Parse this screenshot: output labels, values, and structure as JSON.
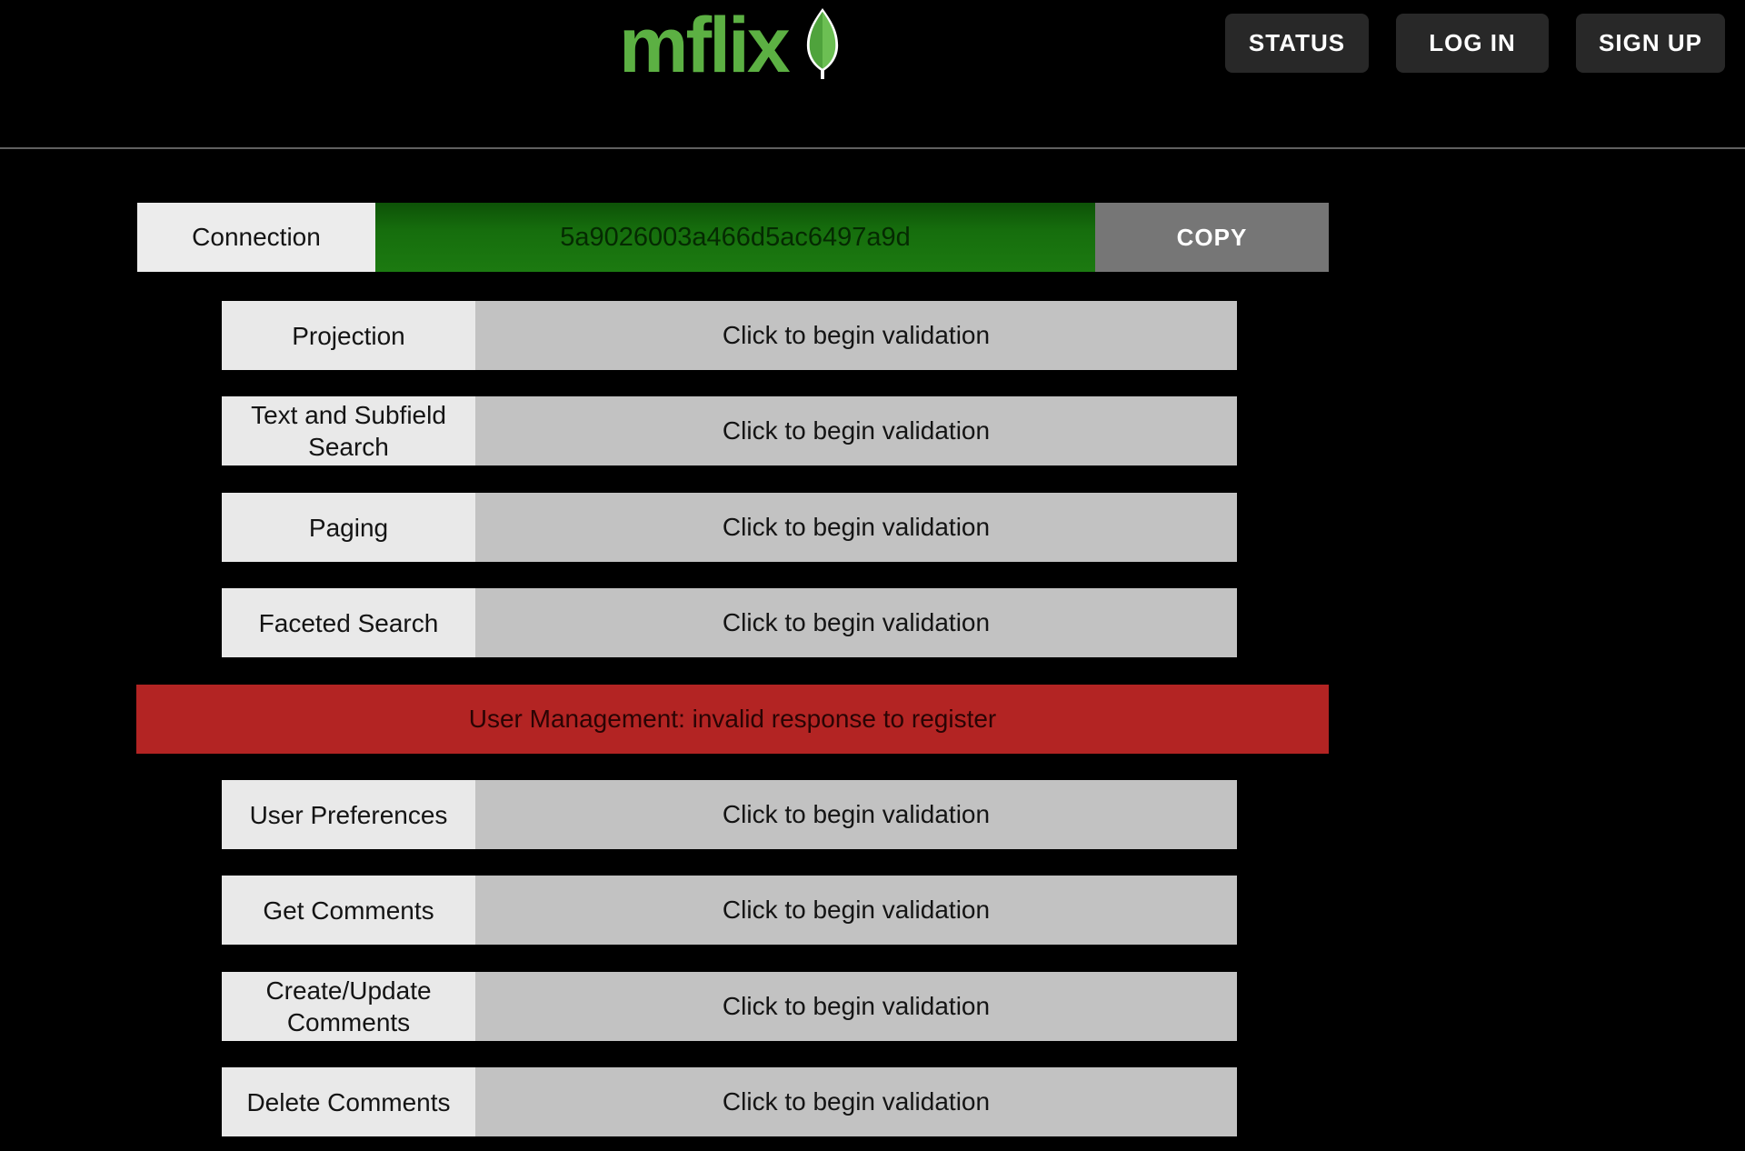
{
  "brand": {
    "logo_text": "mflix",
    "leaf_icon": "mongodb-leaf-icon"
  },
  "nav": {
    "status": "STATUS",
    "login": "LOG IN",
    "signup": "SIGN UP"
  },
  "connection": {
    "label": "Connection",
    "id": "5a9026003a466d5ac6497a9d",
    "copy": "COPY"
  },
  "validation": {
    "rows_top": [
      {
        "label": "Projection",
        "status": "Click to begin validation"
      },
      {
        "label": "Text and Subfield Search",
        "status": "Click to begin validation"
      },
      {
        "label": "Paging",
        "status": "Click to begin validation"
      },
      {
        "label": "Faceted Search",
        "status": "Click to begin validation"
      }
    ],
    "error_row": {
      "name": "User Management",
      "message": "User Management: invalid response to register"
    },
    "rows_bottom": [
      {
        "label": "User Preferences",
        "status": "Click to begin validation"
      },
      {
        "label": "Get Comments",
        "status": "Click to begin validation"
      },
      {
        "label": "Create/Update Comments",
        "status": "Click to begin validation"
      },
      {
        "label": "Delete Comments",
        "status": "Click to begin validation"
      }
    ]
  },
  "colors": {
    "page_background": "#000000",
    "logo_green": "#5cb043",
    "leaf_green_dark": "#4fa33c",
    "leaf_green_light": "#6cbf53",
    "connection_green": "#166e0d",
    "error_red": "#b32423",
    "label_gray": "#e9e9e9",
    "status_bar_gray": "#c2c2c2",
    "copy_button_gray": "#767676",
    "nav_button_dark": "#282828"
  }
}
